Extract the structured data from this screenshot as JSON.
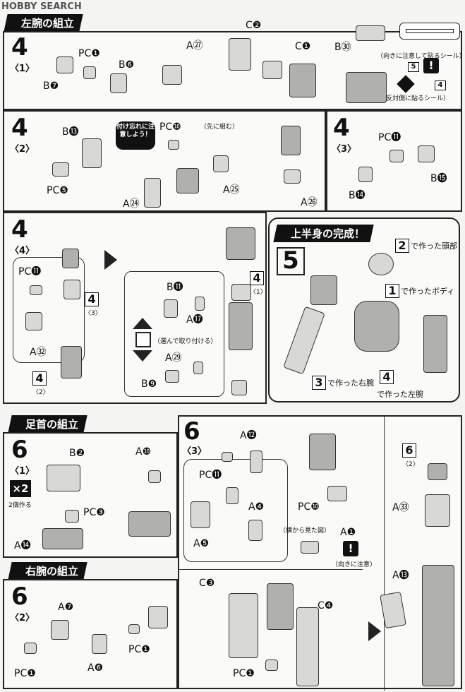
{
  "header": {
    "logo": "HOBBY SEARCH"
  },
  "banners": {
    "left_arm": "左腕の組立",
    "upper_body": "上半身の完成！",
    "legs": "足首の組立",
    "right_arm": "右腕の組立"
  },
  "step4_1": {
    "num": "4",
    "sub": "〈1〉",
    "labels": [
      "PC❶",
      "B❻",
      "B❼",
      "A㉗",
      "C❷",
      "C❶",
      "B㉚"
    ],
    "notes": {
      "seal_direction": "（向きに注意して貼るシール）",
      "seal_reverse": "（反対側に貼るシール）",
      "n5": "5",
      "n4": "4"
    }
  },
  "step4_2": {
    "num": "4",
    "sub": "〈2〉",
    "labels": [
      "B⓭",
      "PC❿",
      "PC❺",
      "A㉔",
      "A㉕",
      "A㉖"
    ],
    "warning": "付け忘れに注意しよう！",
    "note_first": "（先に組む）"
  },
  "step4_3": {
    "num": "4",
    "sub": "〈3〉",
    "labels": [
      "PC⓫",
      "B⓯",
      "B⓮"
    ]
  },
  "step4_4": {
    "num": "4",
    "sub": "〈4〉",
    "labels": [
      "PC⓫",
      "A㉜",
      "B⓫",
      "A⓱",
      "A㉙",
      "B❾"
    ],
    "ref_43": "4",
    "ref_43_sub": "〈3〉",
    "ref_42": "4",
    "ref_42_sub": "〈2〉",
    "ref_41": "4",
    "ref_41_sub": "〈1〉",
    "note_choose": "（選んで取り付ける）"
  },
  "step5": {
    "num": "5",
    "ref2": "2",
    "ref2_text": "で作った頭部",
    "ref1": "1",
    "ref1_text": "で作ったボディ",
    "ref3": "3",
    "ref3_text": "で作った右腕",
    "ref4": "4",
    "ref4_text": "で作った左腕"
  },
  "step6_1": {
    "num": "6",
    "sub": "〈1〉",
    "x2": "×2",
    "x2_note": "2個作る",
    "labels": [
      "B❷",
      "PC❸",
      "A⓮",
      "A❿"
    ]
  },
  "step6_2": {
    "num": "6",
    "sub": "〈2〉",
    "labels": [
      "A❼",
      "PC❶",
      "A❻",
      "PC❶"
    ]
  },
  "step6_3": {
    "num": "6",
    "sub": "〈3〉",
    "labels": [
      "A⓬",
      "PC⓫",
      "A❹",
      "A❺",
      "PC❿",
      "A❶",
      "C❸",
      "C❹",
      "PC❶"
    ],
    "note_side": "（横から見た図）",
    "note_dir": "（向きに注意）"
  },
  "step6_right": {
    "ref": "6",
    "ref_sub": "〈2〉",
    "labels": [
      "A㉝",
      "A⓭"
    ]
  }
}
